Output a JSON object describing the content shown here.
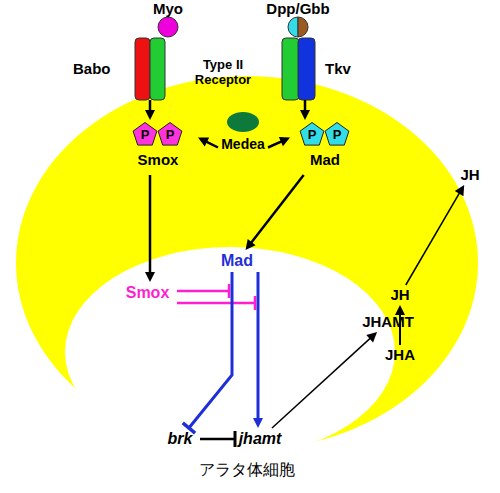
{
  "diagram": {
    "nodes": [
      {
        "text": [
          "アラタ体細胞"
        ]
      },
      {
        "text": [
          "Myo"
        ]
      },
      {
        "text": [
          "Babo"
        ]
      },
      {
        "text": [
          "Dpp/Gbb"
        ]
      },
      {
        "text": [
          "Tkv"
        ]
      },
      {
        "text": [
          "Medea"
        ],
        "in": 0
      },
      {
        "text": [
          "P",
          "P",
          "Smox"
        ],
        "in": 0
      },
      {
        "text": [
          "P",
          "P",
          "Mad"
        ],
        "in": 0
      },
      {
        "text": [
          "Smox"
        ],
        "in": 0
      },
      {
        "text": [
          "Mad"
        ],
        "in": 0
      },
      {
        "text": [
          "brk"
        ],
        "in": 0
      },
      {
        "text": [
          "jhamt"
        ],
        "in": 0
      },
      {
        "text": [
          "JHAMT"
        ],
        "in": 0
      },
      {
        "text": [
          "JHA"
        ],
        "in": 0
      },
      {
        "text": [
          "JH"
        ],
        "in": 0
      },
      {
        "text": [
          "JH"
        ]
      }
    ],
    "edges": [
      {
        "from": 2,
        "to": 6,
        "arrow": "to"
      },
      {
        "from": 4,
        "to": 7,
        "arrow": "to"
      },
      {
        "from": 5,
        "to": 6,
        "arrow": "to"
      },
      {
        "from": 5,
        "to": 7,
        "arrow": "to"
      },
      {
        "from": 6,
        "to": 8,
        "arrow": "to"
      },
      {
        "from": 7,
        "to": 9,
        "arrow": "to"
      },
      {
        "from": 9,
        "to": 10,
        "arrow": "to"
      },
      {
        "from": 9,
        "to": 11,
        "arrow": "to"
      },
      {
        "from": 10,
        "to": 11,
        "arrow": "to"
      },
      {
        "from": 11,
        "to": 12,
        "arrow": "to"
      },
      {
        "from": 13,
        "to": 14,
        "arrow": "to"
      },
      {
        "from": 14,
        "to": 15,
        "arrow": "to"
      }
    ],
    "labels": [
      "Type II Receptor"
    ]
  }
}
